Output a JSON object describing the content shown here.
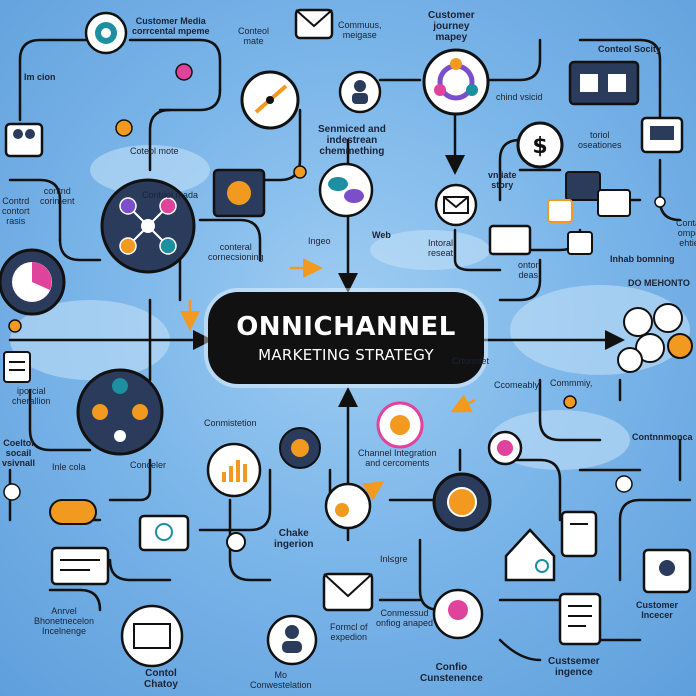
{
  "hub": {
    "title": "ONNICHANNEL",
    "subtitle": "MARKETING STRATEGY"
  },
  "labels": {
    "customer_media": "Customer Media\ncorrcental mpeme",
    "conteol_mate": "Conteol\nmate",
    "commuus": "Commuus,\nmeigase",
    "customer_journey": "Customer\njourney\nmapey",
    "conteol_socity": "Conteol Socity",
    "im_cion": "Im cion",
    "chind_vsicid": "chind vsicid",
    "senmiced": "Senmiced and\nindestrean\nchemmething",
    "coteol_mote": "Coteol mote",
    "torol_oseationes": "toriol\noseationes",
    "contrd_contort": "Contrd\ncontort\nrasis",
    "contnd_coriment": "contnd\ncoriment",
    "vnliate_story": "vnliate\nstory",
    "ingeo": "Ingeo",
    "web": "Web",
    "conteral_cornecsioning": "conteral\ncornecsioning",
    "intoral_reseat": "Intoral\nreseat",
    "inhab_bomning": "Inhab bomning",
    "do_mehonto": "DO MEHONTO",
    "contal_ompe": "Contal\nompe\nehtie",
    "ontor_deas": "ontor\ndeas",
    "commmiy": "Commmiy,",
    "ccomeably": "Ccomeably",
    "iporcial_cherallion": "iporcial\ncherallion",
    "conmistetion": "Conmistetion",
    "channel_integration": "Channel Integration\nand cercoments",
    "contnnmonca": "Contnnmonca",
    "coeltoi_socail": "Coeltoi\nsocail\nvsivnall",
    "inle_cola": "Inle cola",
    "conceler": "Conceler",
    "chake_ingerion": "Chake\ningerion",
    "inlngre": "Inl≤gre",
    "anrvel": "Anrvel\nBhonetnecelon\nIncelnenge",
    "contol_chatoy": "Contol\nChatoy",
    "mo_conwestelation": "Mo\nConwestelation",
    "formcl_expedion": "Formcl of\nexpedion",
    "conmessud": "Conmessud\nonfiog anaped",
    "confio_cunstenence": "Confio\nCunstenence",
    "custsemer_ingence": "Custsemer\ningence",
    "customer_incecer": "Customer\nIncecer",
    "contdol_mada": "Contdol mada",
    "crtunntet": "Crtunntet"
  },
  "colors": {
    "line": "#111111",
    "accent_orange": "#f29a1f",
    "accent_purple": "#7a4fc9",
    "accent_pink": "#e0439b",
    "accent_teal": "#1c8fa0",
    "node_dark": "#2a3b5c",
    "node_light": "#ffffff"
  }
}
